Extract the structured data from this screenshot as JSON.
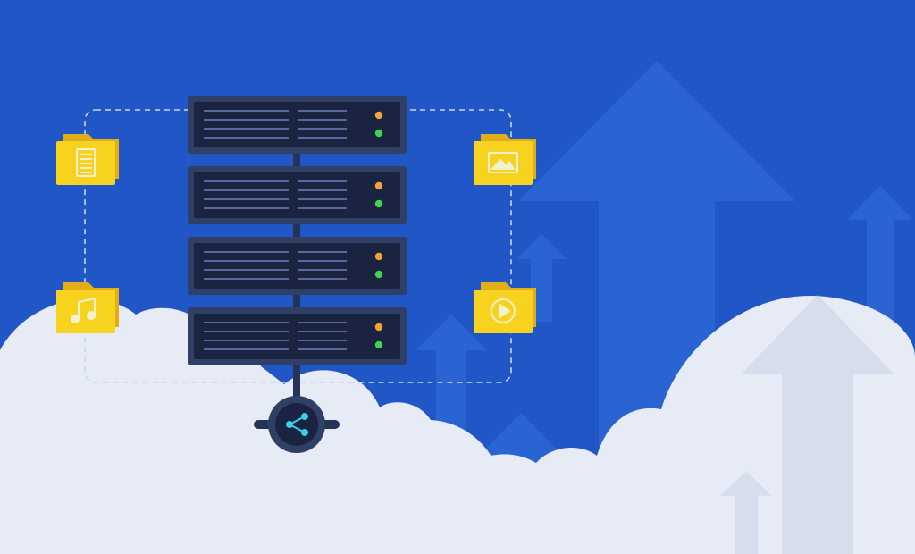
{
  "colors": {
    "background": "#2156c6",
    "arrow_shape": "#2a64d2",
    "cloud": "#e6ebf5",
    "cloud_shade": "#d3dbea",
    "server_body": "#253456",
    "server_frame": "#2f3f66",
    "server_screen": "#1a2440",
    "vent_line": "#6f7fbf",
    "led_amber": "#f2a23a",
    "led_green": "#43d14f",
    "folder_front": "#f7d21e",
    "folder_back": "#e2ad16",
    "folder_icon": "#f4f1d0",
    "hub": "#253456",
    "hub_accent": "#3ad0e6",
    "dashed_line": "#c9d6f2"
  },
  "server_units": 4,
  "folders": [
    {
      "side": "left",
      "icon": "document-icon"
    },
    {
      "side": "left",
      "icon": "music-note-icon"
    },
    {
      "side": "right",
      "icon": "image-icon"
    },
    {
      "side": "right",
      "icon": "play-icon"
    }
  ],
  "hub_icon": "share-icon"
}
